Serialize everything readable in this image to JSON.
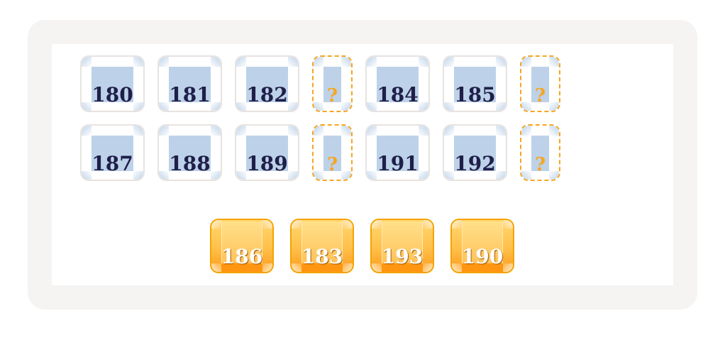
{
  "puzzle": {
    "rows": [
      [
        {
          "label": "180",
          "type": "number"
        },
        {
          "label": "181",
          "type": "number"
        },
        {
          "label": "182",
          "type": "number"
        },
        {
          "label": "?",
          "type": "slot"
        },
        {
          "label": "184",
          "type": "number"
        },
        {
          "label": "185",
          "type": "number"
        },
        {
          "label": "?",
          "type": "slot"
        }
      ],
      [
        {
          "label": "187",
          "type": "number"
        },
        {
          "label": "188",
          "type": "number"
        },
        {
          "label": "189",
          "type": "number"
        },
        {
          "label": "?",
          "type": "slot"
        },
        {
          "label": "191",
          "type": "number"
        },
        {
          "label": "192",
          "type": "number"
        },
        {
          "label": "?",
          "type": "slot"
        }
      ]
    ],
    "choices": [
      {
        "label": "186"
      },
      {
        "label": "183"
      },
      {
        "label": "193"
      },
      {
        "label": "190"
      }
    ]
  },
  "colors": {
    "tile_fill": "#bdd2e8",
    "number_text": "#1f1f4a",
    "slot_border": "#f5a623",
    "choice_orange": "#ffb030",
    "frame": "#f5f4f2"
  }
}
